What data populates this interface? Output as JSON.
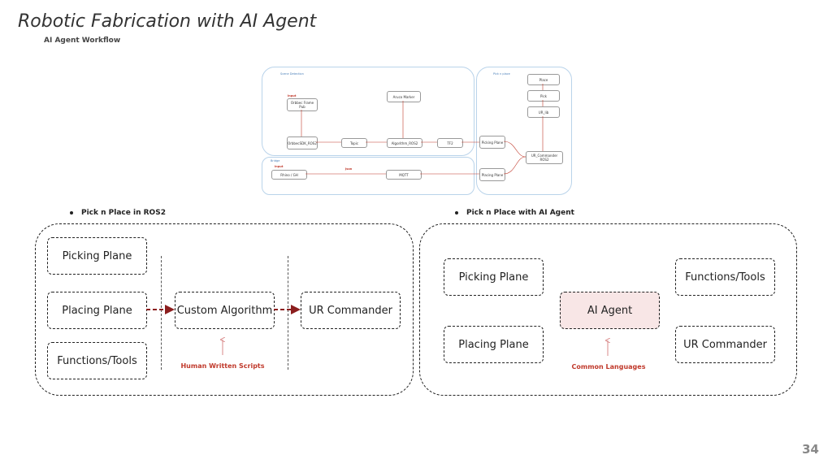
{
  "header": {
    "title": "Robotic Fabrication with AI Agent",
    "subtitle": "AI Agent Workflow"
  },
  "workflow": {
    "groups": {
      "scene": "Scene Detection",
      "pick": "Pick n place",
      "bridge": "Bridge"
    },
    "nodes": {
      "orbbec_frame": "Orbbec Frame Pub",
      "orbbec_ros2": "OrbbecSDK_ROS2",
      "topic": "Topic",
      "aruco": "Aruco Marker",
      "algorithm": "Algorithm_ROS2",
      "tf2": "TF2",
      "picking_plane": "Picking Plane",
      "placing_plane": "Placing Plane",
      "place": "Place",
      "pick": "Pick",
      "ur_lib": "UR_lib",
      "ur_commander": "UR_Commander ROS2",
      "rhino_gh": "Rhino / GH",
      "mqtt": "MQTT"
    },
    "tags": {
      "input1": "Input",
      "input2": "Input",
      "json": "Json"
    }
  },
  "left_panel": {
    "heading": "Pick n Place in ROS2",
    "picking": "Picking Plane",
    "placing": "Placing Plane",
    "functions": "Functions/Tools",
    "custom": "Custom Algorithm",
    "commander": "UR Commander",
    "caption": "Human Written Scripts"
  },
  "right_panel": {
    "heading": "Pick n Place with AI Agent",
    "picking": "Picking Plane",
    "placing": "Placing Plane",
    "agent": "AI Agent",
    "functions": "Functions/Tools",
    "commander": "UR Commander",
    "caption": "Common Languages"
  },
  "page_number": "34",
  "colors": {
    "accent_red": "#c0392b",
    "agent_fill": "#f8e6e6",
    "mini_group_border": "#b9d3ea"
  }
}
